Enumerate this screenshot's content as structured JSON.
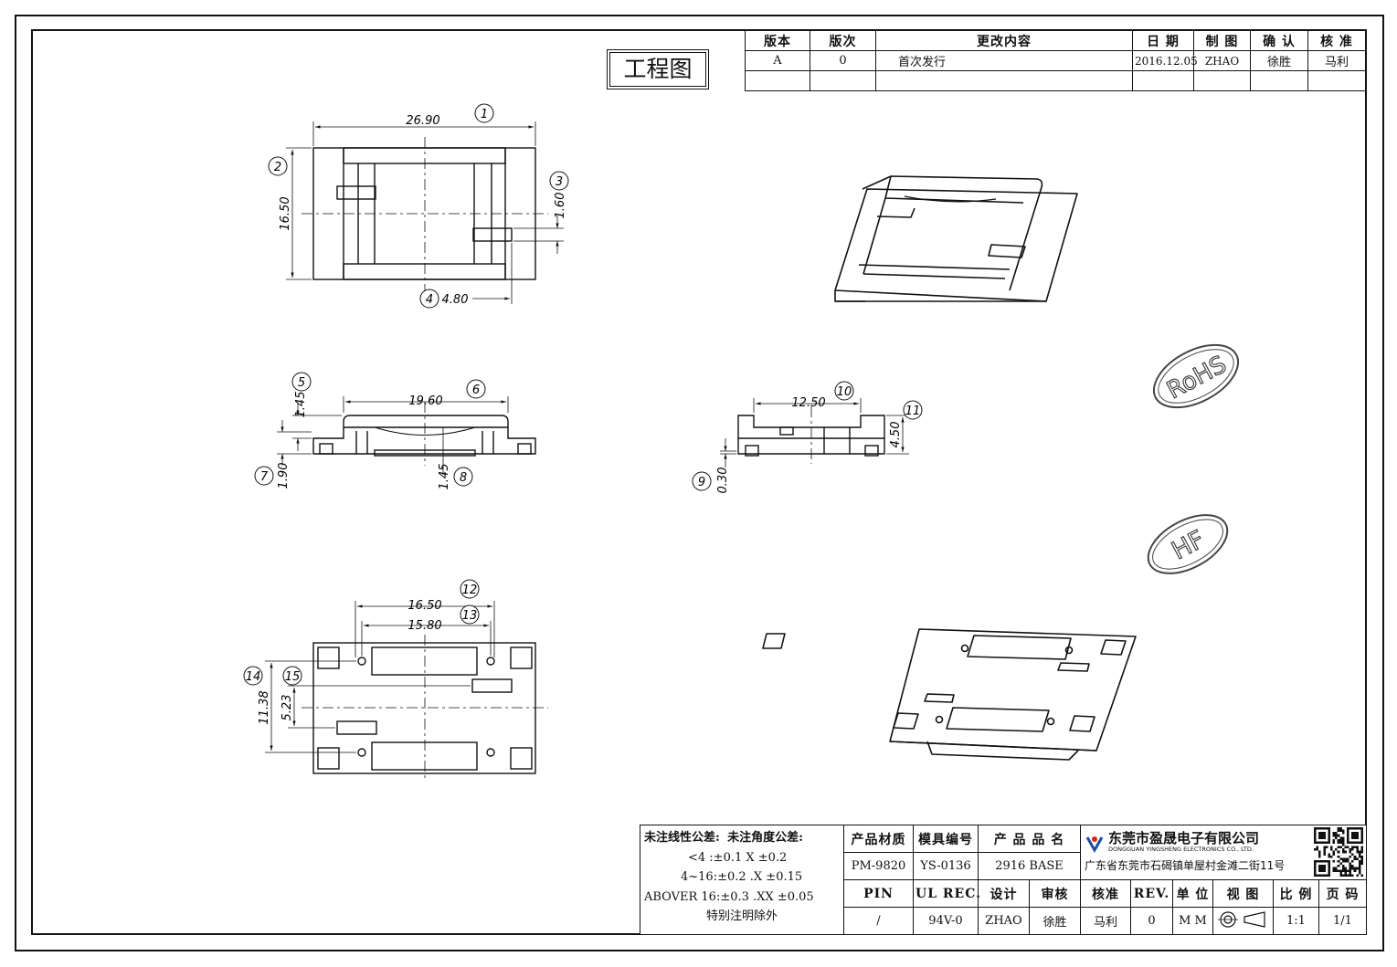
{
  "drawing_title": "工程图",
  "revision_table": {
    "headers": [
      "版本",
      "版次",
      "更改内容",
      "日 期",
      "制 图",
      "确 认",
      "核 准"
    ],
    "rows": [
      [
        "A",
        "0",
        "首次发行",
        "2016.12.05",
        "ZHAO",
        "徐胜",
        "马利"
      ]
    ]
  },
  "dimensions": {
    "top_width": "26.90",
    "top_height": "16.50",
    "top_slot": "1.60",
    "top_offset": "4.80",
    "side_span": "19.60",
    "side_step": "1.45",
    "side_total": "1.90",
    "side_bottom": "1.45",
    "end_span": "12.50",
    "end_height": "4.50",
    "end_base": "0.30",
    "bottom_span_outer": "16.50",
    "bottom_span_inner": "15.80",
    "bottom_height": "11.38",
    "bottom_offset": "5.23"
  },
  "balloons": [
    "1",
    "2",
    "3",
    "4",
    "5",
    "6",
    "7",
    "8",
    "9",
    "10",
    "11",
    "12",
    "13",
    "14",
    "15"
  ],
  "marks": {
    "rohs": "RoHS",
    "hf": "HF"
  },
  "tolerance": {
    "linear_label": "未注线性公差:",
    "angle_label": "未注角度公差:",
    "line1": "<4 :±0.1  X ±0.2",
    "line2": "4~16:±0.2  .X ±0.15",
    "line3": "ABOVER 16:±0.3  .XX ±0.05",
    "note": "特别注明除外"
  },
  "title_block": {
    "h_material": "产品材质",
    "h_mold": "模具编号",
    "h_name": "产 品 品 名",
    "material": "PM-9820",
    "mold": "YS-0136",
    "name": "2916 BASE",
    "h_pin": "PIN",
    "h_ul": "UL REC.",
    "h_design": "设计",
    "h_review": "审核",
    "h_approve": "核准",
    "h_rev": "REV.",
    "h_unit": "单 位",
    "h_view": "视 图",
    "h_scale": "比 例",
    "h_page": "页 码",
    "pin": "/",
    "ul": "94V-0",
    "design": "ZHAO",
    "review": "徐胜",
    "approve": "马利",
    "rev": "0",
    "unit": "M M",
    "scale": "1:1",
    "page": "1/1"
  },
  "company": {
    "name_cn": "东莞市盈晟电子有限公司",
    "name_en": "DONGGUAN YINGSHENG ELECTRONICS CO., LTD.",
    "address": "广东省东莞市石碣镇单屋村金滩二街11号",
    "logo_text": "YINGSHENG"
  }
}
